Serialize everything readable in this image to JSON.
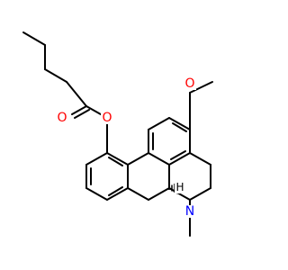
{
  "molecule": {
    "atoms": {
      "ester_O": {
        "label": "O",
        "color": "#ff0000"
      },
      "carbonyl_O": {
        "label": "O",
        "color": "#ff0000"
      },
      "methoxy_O": {
        "label": "O",
        "color": "#ff0000"
      },
      "amine_N": {
        "label": "N",
        "color": "#0000ff"
      },
      "stereo_H": {
        "label": "H",
        "color": "#000000"
      }
    },
    "wedge_color": "#000000"
  }
}
